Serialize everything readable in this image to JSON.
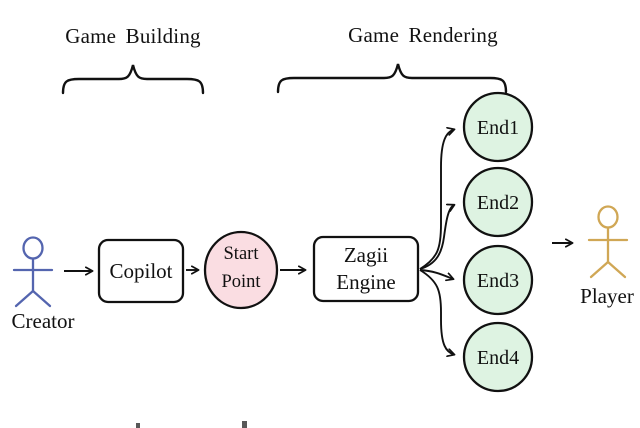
{
  "figure": {
    "phases": {
      "building": "Game Building",
      "rendering": "Game Rendering"
    },
    "creator": {
      "label": "Creator",
      "color": "#5465af"
    },
    "player": {
      "label": "Player",
      "color": "#d0a755"
    },
    "copilot": {
      "label": "Copilot"
    },
    "start_point": {
      "line1": "Start",
      "line2": "Point",
      "fill": "#fadde2"
    },
    "zagii": {
      "line1": "Zagii",
      "line2": "Engine"
    },
    "ends": [
      {
        "label": "End1"
      },
      {
        "label": "End2"
      },
      {
        "label": "End3"
      },
      {
        "label": "End4"
      }
    ],
    "end_fill": "#def3e2",
    "line_color": "#111111"
  }
}
